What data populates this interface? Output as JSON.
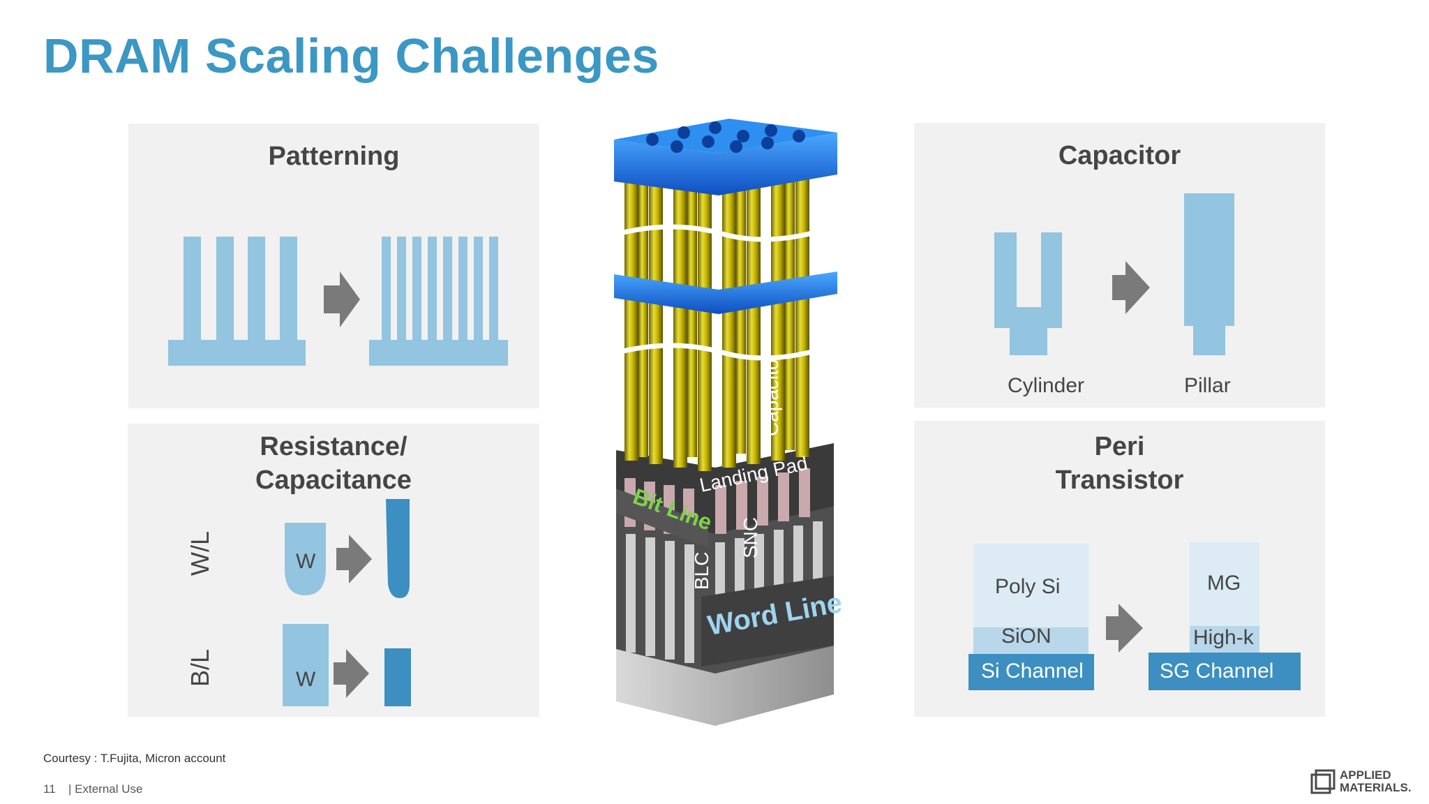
{
  "title": "DRAM Scaling Challenges",
  "panels": {
    "patterning": {
      "title": "Patterning"
    },
    "capacitor": {
      "title": "Capacitor",
      "left_label": "Cylinder",
      "right_label": "Pillar"
    },
    "resistance": {
      "title_line1": "Resistance/",
      "title_line2": "Capacitance",
      "row1_label": "W/L",
      "row2_label": "B/L",
      "metal_label": "W"
    },
    "peri": {
      "title_line1": "Peri",
      "title_line2": "Transistor",
      "left": {
        "top": "Poly Si",
        "middle": "SiON",
        "bottom": "Si Channel"
      },
      "right": {
        "top": "MG",
        "middle": "High-k",
        "bottom": "SG Channel"
      }
    }
  },
  "center_diagram": {
    "capacitor": "Capacitor",
    "landing_pad": "Landing Pad",
    "bit_line": "Bit Line",
    "snc": "SNC",
    "blc": "BLC",
    "word_line": "Word Line"
  },
  "footer": {
    "courtesy": "Courtesy : T.Fujita, Micron account",
    "page": "11",
    "classification": "| External Use",
    "logo_line1": "APPLIED",
    "logo_line2": "MATERIALS."
  },
  "colors": {
    "title": "#3b97c4",
    "light_blue": "#93c4e0",
    "dark_blue": "#3c8fc0",
    "panel": "#f1f1f1",
    "arrow": "#7a7a7a"
  }
}
